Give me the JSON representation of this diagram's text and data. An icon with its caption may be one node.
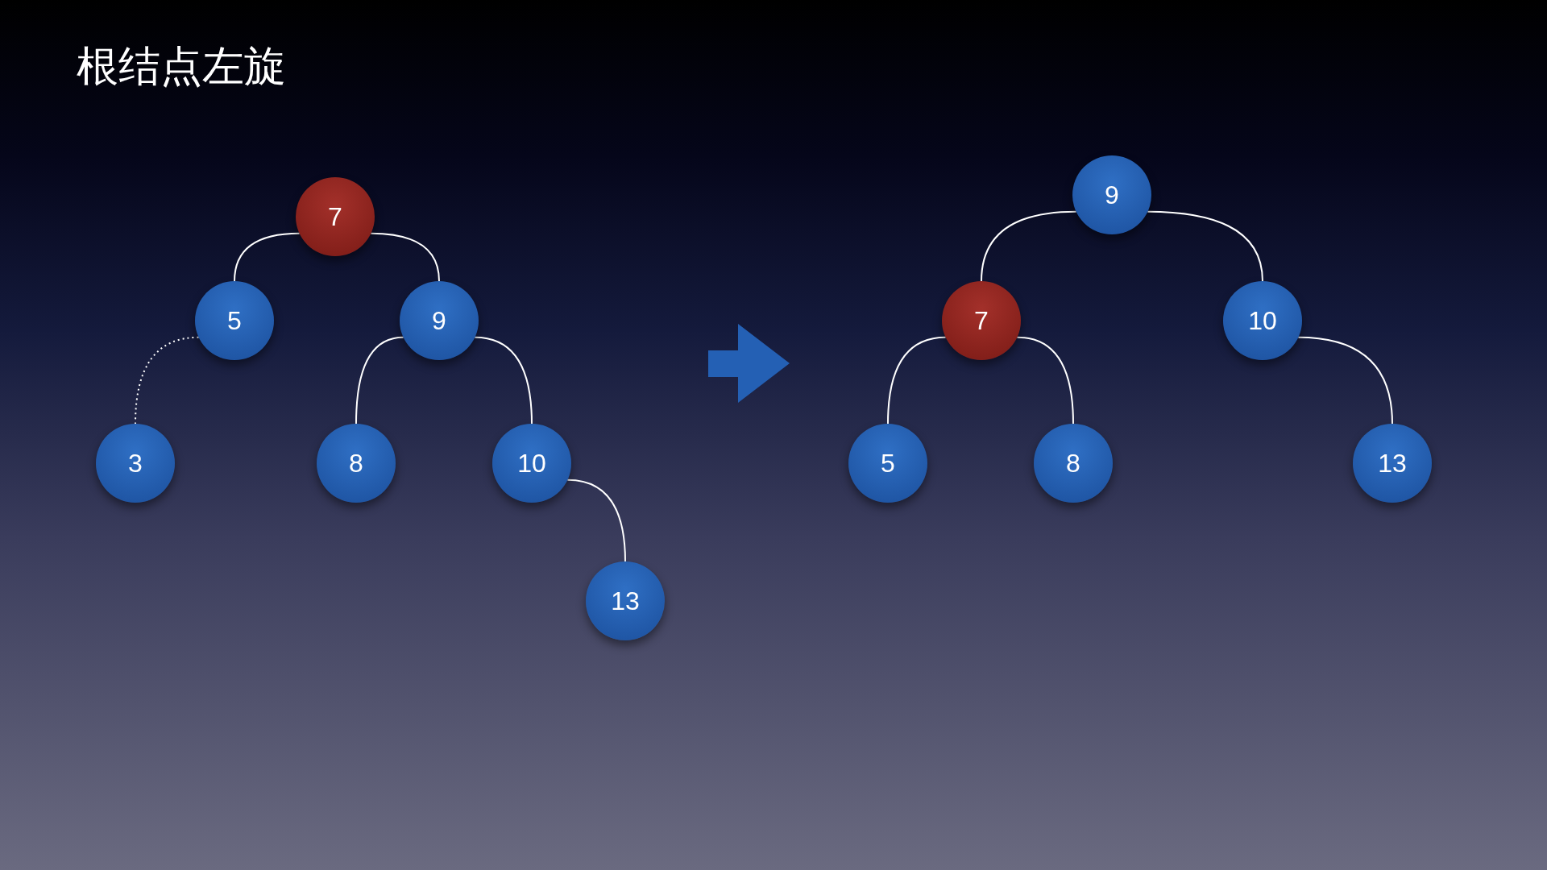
{
  "diagram": {
    "title": "根结点左旋",
    "nodes": [
      {
        "text": [
          "7"
        ]
      },
      {
        "text": [
          "5"
        ]
      },
      {
        "text": [
          "9"
        ]
      },
      {
        "text": [
          "3"
        ]
      },
      {
        "text": [
          "8"
        ]
      },
      {
        "text": [
          "10"
        ]
      },
      {
        "text": [
          "13"
        ]
      },
      {
        "text": [
          "9"
        ]
      },
      {
        "text": [
          "7"
        ]
      },
      {
        "text": [
          "10"
        ]
      },
      {
        "text": [
          "5"
        ]
      },
      {
        "text": [
          "8"
        ]
      },
      {
        "text": [
          "13"
        ]
      }
    ],
    "edges": [
      {
        "from": 0,
        "to": 1,
        "arrow": "none"
      },
      {
        "from": 0,
        "to": 2,
        "arrow": "none"
      },
      {
        "from": 1,
        "to": 3,
        "arrow": "none",
        "style": "dashed"
      },
      {
        "from": 2,
        "to": 4,
        "arrow": "none"
      },
      {
        "from": 2,
        "to": 5,
        "arrow": "none"
      },
      {
        "from": 5,
        "to": 6,
        "arrow": "none"
      },
      {
        "from": 7,
        "to": 8,
        "arrow": "none"
      },
      {
        "from": 7,
        "to": 9,
        "arrow": "none"
      },
      {
        "from": 8,
        "to": 10,
        "arrow": "none"
      },
      {
        "from": 8,
        "to": 11,
        "arrow": "none"
      },
      {
        "from": 9,
        "to": 12,
        "arrow": "none"
      }
    ]
  }
}
